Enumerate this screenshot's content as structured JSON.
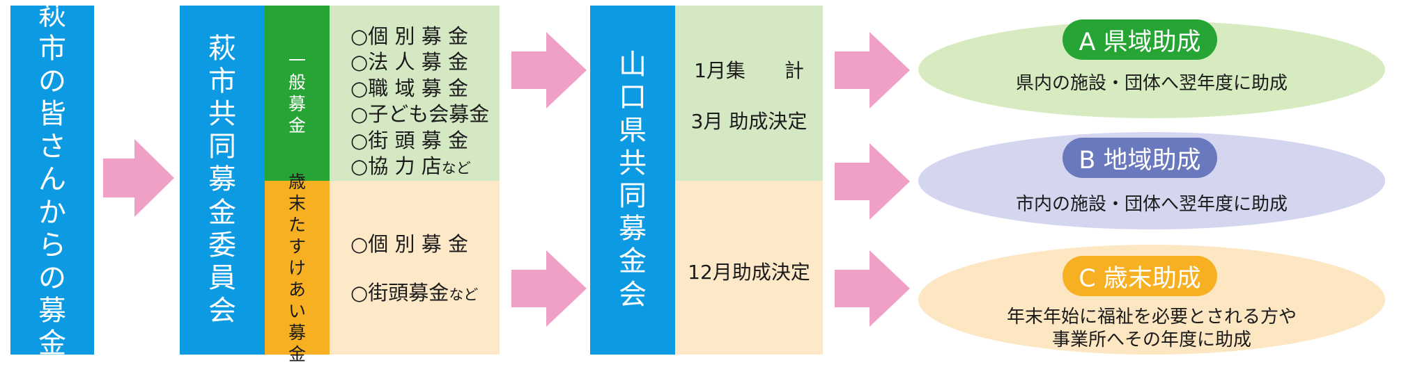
{
  "source_column": {
    "label": [
      "萩",
      "市",
      "の",
      "皆",
      "さ",
      "ん",
      "か",
      "ら",
      "の",
      "募",
      "金"
    ]
  },
  "committee_column": {
    "label": [
      "萩",
      "市",
      "共",
      "同",
      "募",
      "金",
      "委",
      "員",
      "会"
    ]
  },
  "general_category": {
    "label": [
      "一",
      "般",
      "募",
      "金"
    ],
    "items": [
      {
        "text": "○個 別 募 金",
        "suffix": ""
      },
      {
        "text": "○法 人 募 金",
        "suffix": ""
      },
      {
        "text": "○職 域 募 金",
        "suffix": ""
      },
      {
        "text": "○子ども会募金",
        "suffix": ""
      },
      {
        "text": "○街 頭 募 金",
        "suffix": ""
      },
      {
        "text": "○協 力 店",
        "suffix": "など"
      }
    ]
  },
  "yearend_category": {
    "label": [
      "歳",
      "末",
      "た",
      "す",
      "け",
      "あ",
      "い",
      "募",
      "金"
    ],
    "items": [
      {
        "text": "○個 別 募 金",
        "suffix": ""
      },
      {
        "text": "○街頭募金",
        "suffix": "など"
      }
    ]
  },
  "prefecture_column": {
    "label": [
      "山",
      "口",
      "県",
      "共",
      "同",
      "募",
      "金",
      "会"
    ]
  },
  "schedule": {
    "general_line1": "1月集　　計",
    "general_line2": "3月 助成決定",
    "yearend_line": "12月助成決定"
  },
  "outcomes": [
    {
      "badge": "A 県域助成",
      "lines": [
        "県内の施設・団体へ翌年度に助成"
      ]
    },
    {
      "badge": "B 地域助成",
      "lines": [
        "市内の施設・団体へ翌年度に助成"
      ]
    },
    {
      "badge": "C 歳末助成",
      "lines": [
        "年末年始に福祉を必要とされる方や",
        "事業所へその年度に助成"
      ]
    }
  ],
  "colors": {
    "blue": "#0c9be3",
    "green": "#27a534",
    "orange": "#f7b021",
    "pink_arrow": "#f0a0c7",
    "ellipse_a": "#d6ecc0",
    "ellipse_b": "#d4d5ef",
    "ellipse_c": "#fde6c2",
    "badge_a": "#27a534",
    "badge_b": "#6a78bd",
    "badge_c": "#f7b021"
  }
}
